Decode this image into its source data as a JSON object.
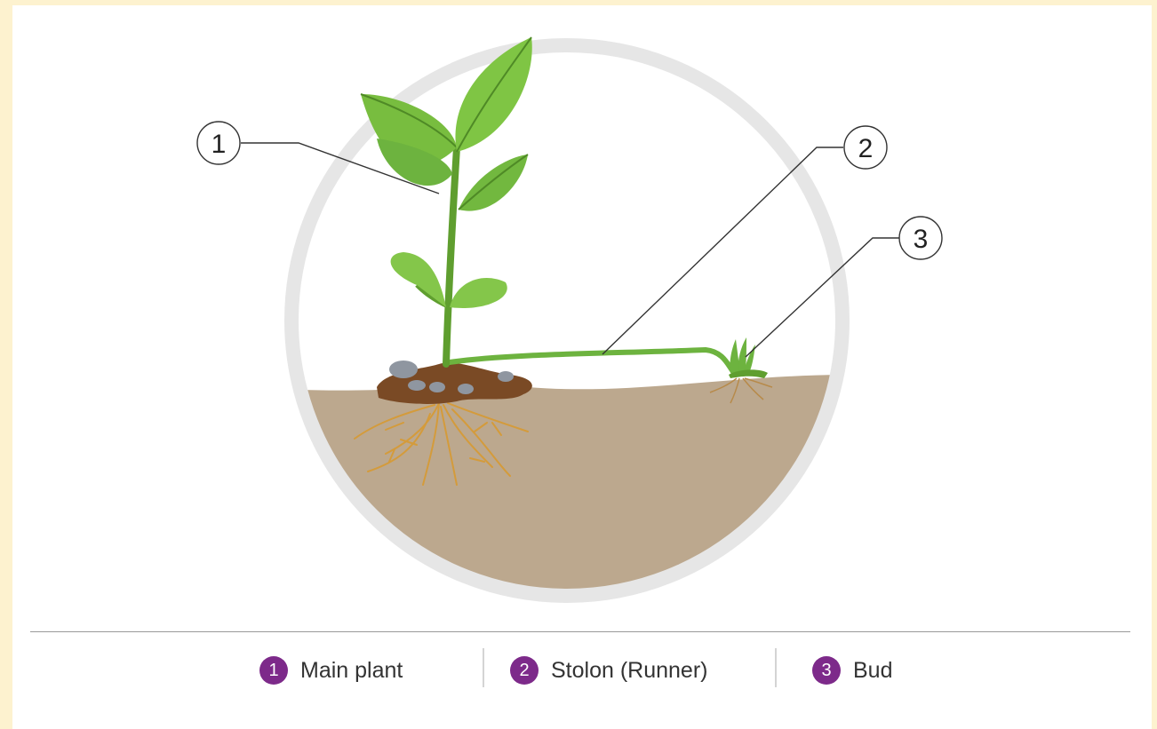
{
  "callouts": [
    {
      "number": "1",
      "label": "Main plant"
    },
    {
      "number": "2",
      "label": "Stolon (Runner)"
    },
    {
      "number": "3",
      "label": "Bud"
    }
  ],
  "colors": {
    "page_background": "#fdf2cf",
    "soil": "#bca88e",
    "ring": "#e6e6e6",
    "leaf": "#6db33f",
    "stem": "#5f9e2f",
    "badge": "#7d2a8a"
  }
}
